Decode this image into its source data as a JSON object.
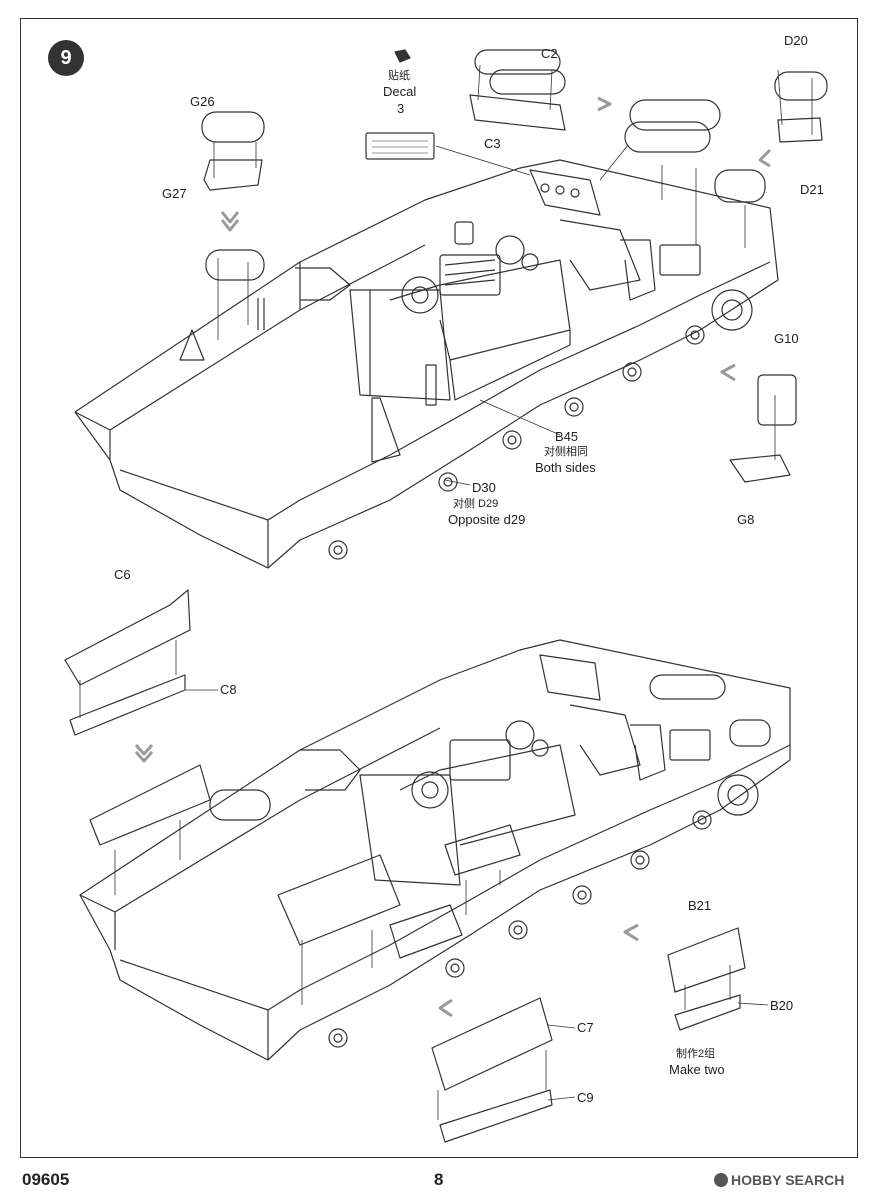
{
  "header": {
    "step_number": "9"
  },
  "decal": {
    "zh": "贴纸",
    "en": "Decal",
    "number": "3"
  },
  "parts": {
    "C2": "C2",
    "C3": "C3",
    "D20": "D20",
    "D21": "D21",
    "G26": "G26",
    "G27": "G27",
    "G10": "G10",
    "G8": "G8",
    "B45": "B45",
    "D30": "D30",
    "C6": "C6",
    "C8": "C8",
    "B21": "B21",
    "B20": "B20",
    "C7": "C7",
    "C9": "C9"
  },
  "notes": {
    "b45_zh": "对侧相同",
    "b45_en": "Both sides",
    "d30_zh": "对侧 D29",
    "d30_en": "Opposite d29",
    "make_zh": "制作2组",
    "make_en": "Make two"
  },
  "footer": {
    "doc_code": "09605",
    "page": "8",
    "watermark": "HOBBY SEARCH"
  },
  "colors": {
    "line": "#333333",
    "arrow": "#9a9a9a",
    "badge": "#333333"
  }
}
